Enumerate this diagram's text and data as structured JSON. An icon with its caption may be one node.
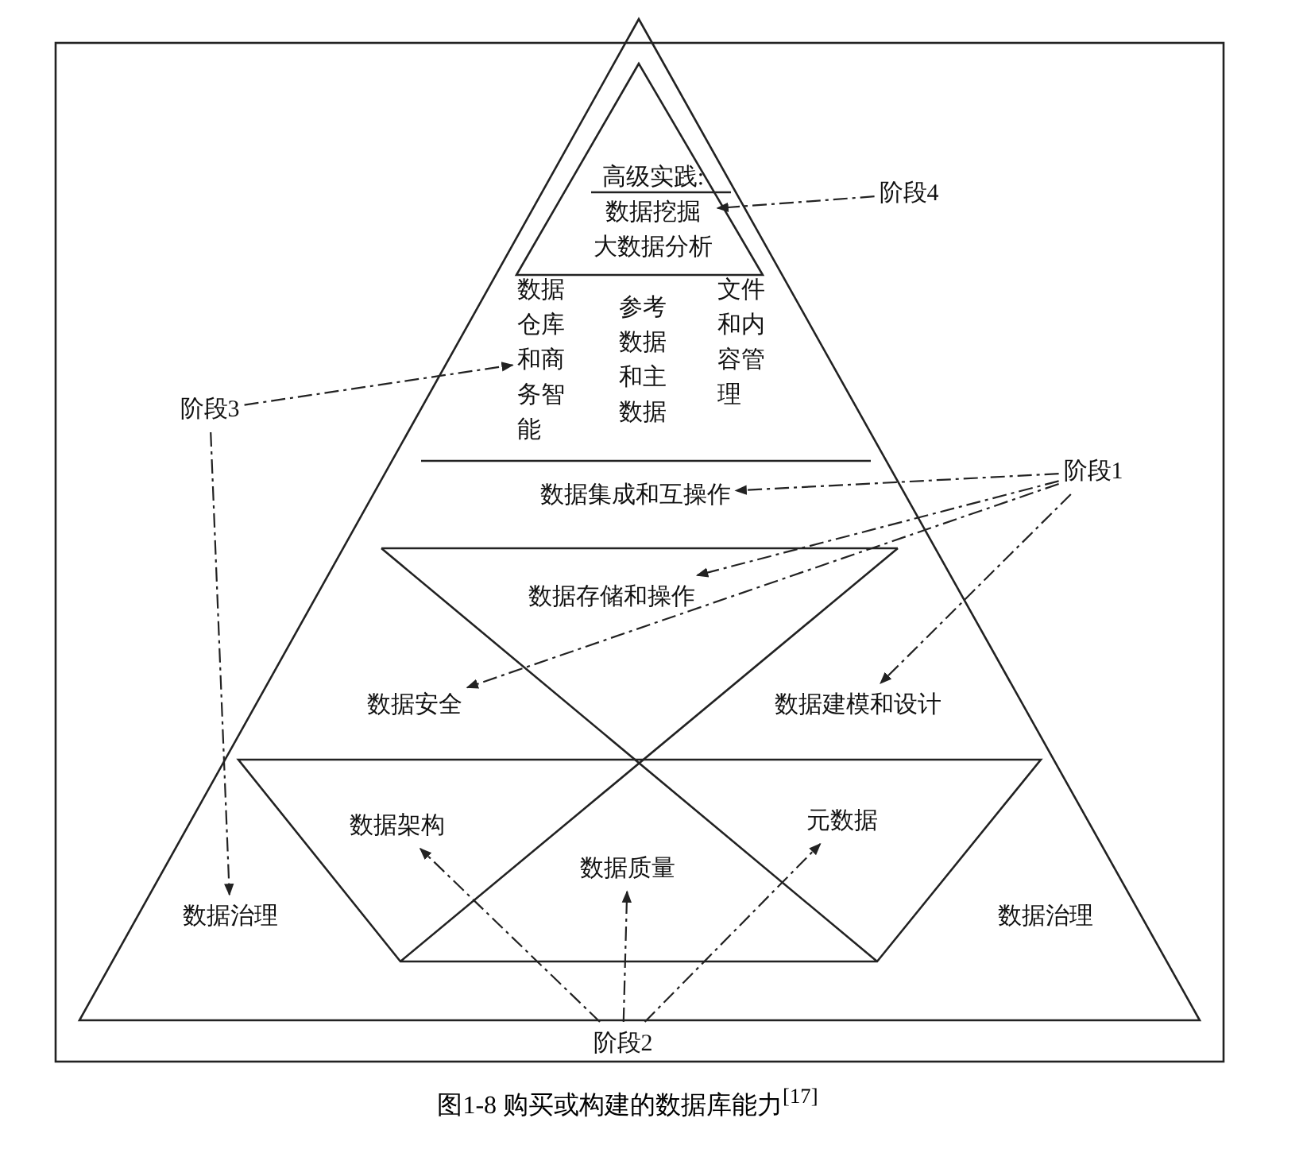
{
  "diagram": {
    "caption": "图1-8 购买或构建的数据库能力$^{[17]}$",
    "nodes": [
      {
        "text": [
          "高级实践:",
          "数据挖掘",
          "大数据分析"
        ]
      },
      {
        "text": [
          "阶段4"
        ]
      },
      {
        "text": [
          "数据仓库和商务智能"
        ]
      },
      {
        "text": [
          "参考数据和主数据"
        ]
      },
      {
        "text": [
          "文件和内容管理"
        ]
      },
      {
        "text": [
          "阶段3"
        ]
      },
      {
        "text": [
          "数据集成和互操作"
        ]
      },
      {
        "text": [
          "阶段1"
        ]
      },
      {
        "text": [
          "数据存储和操作"
        ]
      },
      {
        "text": [
          "数据安全"
        ]
      },
      {
        "text": [
          "数据建模和设计"
        ]
      },
      {
        "text": [
          "数据架构"
        ]
      },
      {
        "text": [
          "数据质量"
        ]
      },
      {
        "text": [
          "元数据"
        ]
      },
      {
        "text": [
          "数据治理"
        ]
      },
      {
        "text": [
          "数据治理"
        ]
      },
      {
        "text": [
          "阶段2"
        ]
      }
    ],
    "edges": [
      {
        "from": 1,
        "to": 0,
        "arrow": "to"
      },
      {
        "from": 5,
        "to": 2,
        "arrow": "to"
      },
      {
        "from": 5,
        "to": 14,
        "arrow": "to"
      },
      {
        "from": 7,
        "to": 6,
        "arrow": "to"
      },
      {
        "from": 7,
        "to": 8,
        "arrow": "to"
      },
      {
        "from": 7,
        "to": 9,
        "arrow": "to"
      },
      {
        "from": 7,
        "to": 10,
        "arrow": "to"
      },
      {
        "from": 16,
        "to": 11,
        "arrow": "to"
      },
      {
        "from": 16,
        "to": 12,
        "arrow": "to"
      },
      {
        "from": 16,
        "to": 13,
        "arrow": "to"
      }
    ]
  }
}
